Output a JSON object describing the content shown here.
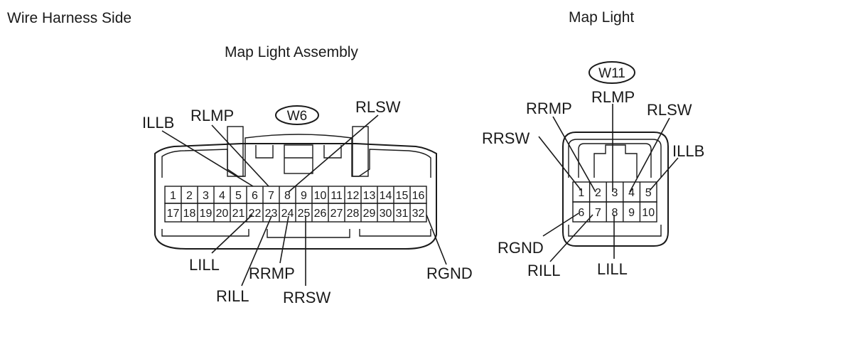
{
  "titles": {
    "wire_harness_side": "Wire Harness Side",
    "map_light_assembly": "Map Light Assembly",
    "map_light": "Map Light"
  },
  "left_connector": {
    "code": "W6",
    "row1": [
      "1",
      "2",
      "3",
      "4",
      "5",
      "6",
      "7",
      "8",
      "9",
      "10",
      "11",
      "12",
      "13",
      "14",
      "15",
      "16"
    ],
    "row2": [
      "17",
      "18",
      "19",
      "20",
      "21",
      "22",
      "23",
      "24",
      "25",
      "26",
      "27",
      "28",
      "29",
      "30",
      "31",
      "32"
    ],
    "labels": {
      "illb": "ILLB",
      "rlmp": "RLMP",
      "rlsw": "RLSW",
      "lill": "LILL",
      "rill": "RILL",
      "rrmp": "RRMP",
      "rrsw": "RRSW",
      "rgnd": "RGND"
    }
  },
  "right_connector": {
    "code": "W11",
    "row1": [
      "1",
      "2",
      "3",
      "4",
      "5"
    ],
    "row2": [
      "6",
      "7",
      "8",
      "9",
      "10"
    ],
    "labels": {
      "rlmp": "RLMP",
      "rrmp": "RRMP",
      "rlsw": "RLSW",
      "rrsw": "RRSW",
      "illb": "ILLB",
      "rgnd": "RGND",
      "rill": "RILL",
      "lill": "LILL"
    }
  }
}
